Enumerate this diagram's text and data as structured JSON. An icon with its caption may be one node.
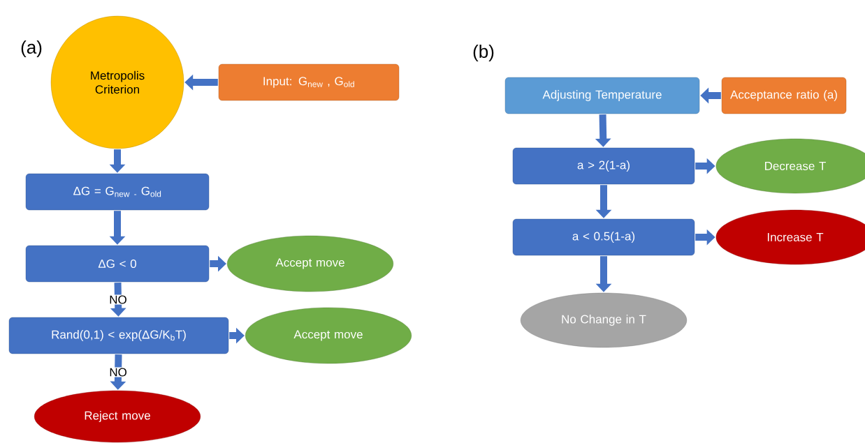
{
  "diagram": {
    "nodes": [
      {
        "text": [
          "Metropolis Criterion"
        ]
      },
      {
        "text": [
          "Input: G$_{new}$ , G$_{old}$"
        ]
      },
      {
        "text": [
          "ΔG = G$_{new}$ $_{-}$ G$_{old}$"
        ]
      },
      {
        "text": [
          "ΔG < 0"
        ]
      },
      {
        "text": [
          "Accept move"
        ]
      },
      {
        "text": [
          "Rand(0,1) < exp(ΔG/K$_{b}$T)"
        ]
      },
      {
        "text": [
          "Accept move"
        ]
      },
      {
        "text": [
          "Reject move"
        ]
      },
      {
        "text": [
          "Adjusting Temperature"
        ]
      },
      {
        "text": [
          "Acceptance ratio (a)"
        ]
      },
      {
        "text": [
          "a > 2(1-a)"
        ]
      },
      {
        "text": [
          "Decrease T"
        ]
      },
      {
        "text": [
          "a < 0.5(1-a)"
        ]
      },
      {
        "text": [
          "Increase T"
        ]
      },
      {
        "text": [
          "No Change in T"
        ]
      }
    ],
    "edges": [
      {
        "from": 1,
        "to": 0,
        "arrow": "to"
      },
      {
        "from": 0,
        "to": 2,
        "arrow": "to"
      },
      {
        "from": 2,
        "to": 3,
        "arrow": "to"
      },
      {
        "from": 3,
        "to": 4,
        "arrow": "to"
      },
      {
        "from": 3,
        "to": 5,
        "arrow": "to",
        "label": "NO"
      },
      {
        "from": 5,
        "to": 6,
        "arrow": "to"
      },
      {
        "from": 5,
        "to": 7,
        "arrow": "to",
        "label": "NO"
      },
      {
        "from": 9,
        "to": 8,
        "arrow": "to"
      },
      {
        "from": 8,
        "to": 10,
        "arrow": "to"
      },
      {
        "from": 10,
        "to": 11,
        "arrow": "to"
      },
      {
        "from": 10,
        "to": 12,
        "arrow": "to"
      },
      {
        "from": 12,
        "to": 13,
        "arrow": "to"
      },
      {
        "from": 12,
        "to": 14,
        "arrow": "to"
      }
    ],
    "labels": [
      "(a)",
      "(b)"
    ]
  }
}
